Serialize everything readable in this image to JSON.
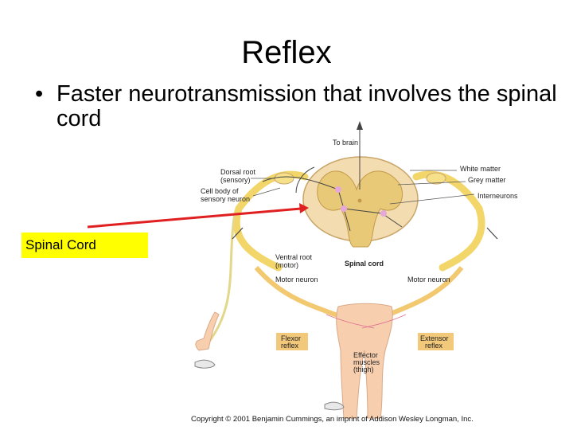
{
  "slide": {
    "title": "Reflex",
    "bullet_glyph": "•",
    "bullet_text": "Faster neurotransmission that involves the spinal cord",
    "callout_label": "Spinal Cord",
    "arrow_color": "#e02020",
    "callout_color": "#ffff00"
  },
  "diagram": {
    "labels": {
      "to_brain": "To brain",
      "dorsal_root": "Dorsal root",
      "dorsal_root_sub": "(sensory)",
      "cell_body": "Cell body of",
      "cell_body_sub": "sensory neuron",
      "white_matter": "White matter",
      "grey_matter": "Grey matter",
      "interneurons": "Interneurons",
      "ventral_root": "Ventral root",
      "ventral_root_sub": "(motor)",
      "spinal_cord": "Spinal cord",
      "motor_neuron_left": "Motor neuron",
      "motor_neuron_right": "Motor neuron",
      "flexor": "Flexor",
      "flexor_sub": "reflex",
      "extensor": "Extensor",
      "extensor_sub": "reflex",
      "effector": "Effector",
      "effector_sub1": "muscles",
      "effector_sub2": "(thigh)"
    },
    "copyright": "Copyright © 2001 Benjamin Cummings, an imprint of Addison Wesley Longman, Inc."
  }
}
